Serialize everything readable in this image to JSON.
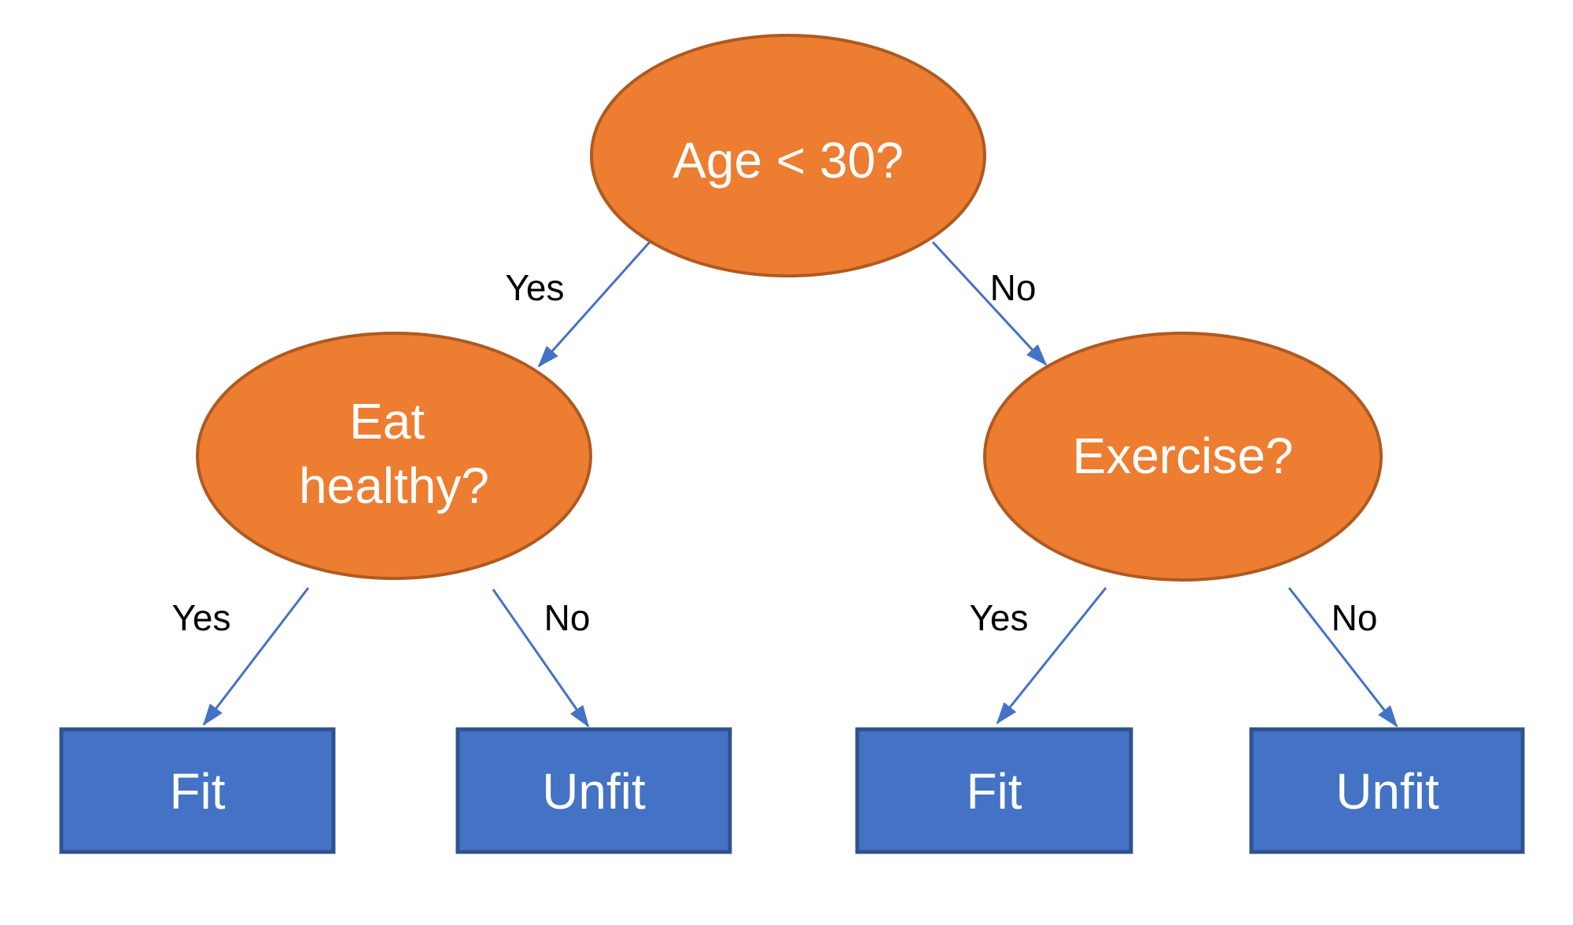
{
  "colors": {
    "background": "#FFFFFF",
    "node_fill": "#ED7D31",
    "node_stroke": "#AE5A21",
    "node_text": "#FFFFFF",
    "leaf_fill": "#4472C4",
    "leaf_stroke": "#2F528F",
    "leaf_text": "#FFFFFF",
    "edge_line": "#4472C4",
    "edge_label_text": "#000000"
  },
  "tree": {
    "root": {
      "label": "Age < 30?"
    },
    "left_child": {
      "label": "Eat healthy?",
      "lines": [
        "Eat",
        "healthy?"
      ]
    },
    "right_child": {
      "label": "Exercise?"
    },
    "leaves": {
      "left_yes": "Fit",
      "left_no": "Unfit",
      "right_yes": "Fit",
      "right_no": "Unfit"
    },
    "edge_labels": {
      "root_yes": "Yes",
      "root_no": "No",
      "left_yes": "Yes",
      "left_no": "No",
      "right_yes": "Yes",
      "right_no": "No"
    }
  }
}
